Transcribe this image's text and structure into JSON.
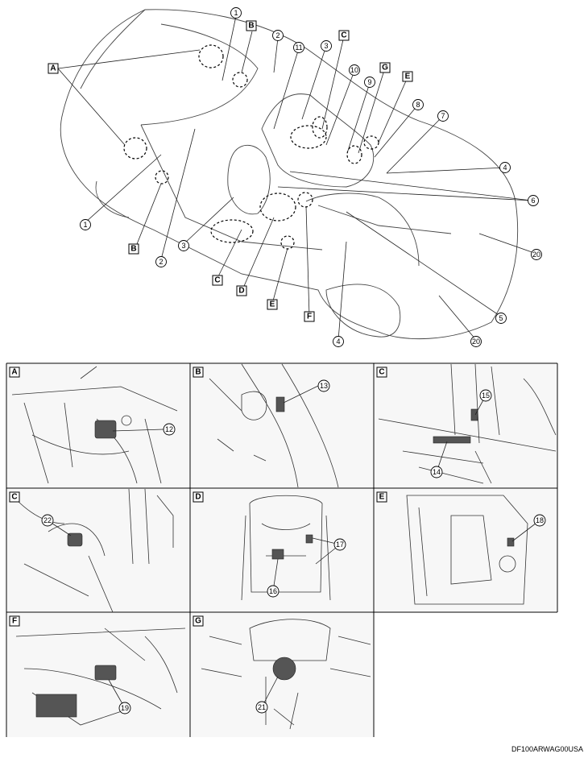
{
  "overview": {
    "callouts": [
      {
        "label": "1"
      },
      {
        "label": "1"
      },
      {
        "label": "2"
      },
      {
        "label": "2"
      },
      {
        "label": "3"
      },
      {
        "label": "3"
      },
      {
        "label": "4"
      },
      {
        "label": "4"
      },
      {
        "label": "5"
      },
      {
        "label": "6"
      },
      {
        "label": "7"
      },
      {
        "label": "8"
      },
      {
        "label": "9"
      },
      {
        "label": "10"
      },
      {
        "label": "11"
      },
      {
        "label": "20"
      },
      {
        "label": "20"
      }
    ],
    "tags": [
      {
        "label": "A"
      },
      {
        "label": "B"
      },
      {
        "label": "B"
      },
      {
        "label": "C"
      },
      {
        "label": "C"
      },
      {
        "label": "D"
      },
      {
        "label": "E"
      },
      {
        "label": "E"
      },
      {
        "label": "F"
      },
      {
        "label": "G"
      }
    ]
  },
  "detail_panels": [
    {
      "tag": "A",
      "callouts": [
        "12"
      ]
    },
    {
      "tag": "B",
      "callouts": [
        "13"
      ]
    },
    {
      "tag": "C",
      "callouts": [
        "15",
        "14"
      ]
    },
    {
      "tag": "C",
      "callouts": [
        "22"
      ]
    },
    {
      "tag": "D",
      "callouts": [
        "17",
        "16"
      ]
    },
    {
      "tag": "E",
      "callouts": [
        "18"
      ]
    },
    {
      "tag": "F",
      "callouts": [
        "19"
      ]
    },
    {
      "tag": "G",
      "callouts": [
        "21"
      ]
    }
  ],
  "figure_code": "DF100ARWAG00USA"
}
